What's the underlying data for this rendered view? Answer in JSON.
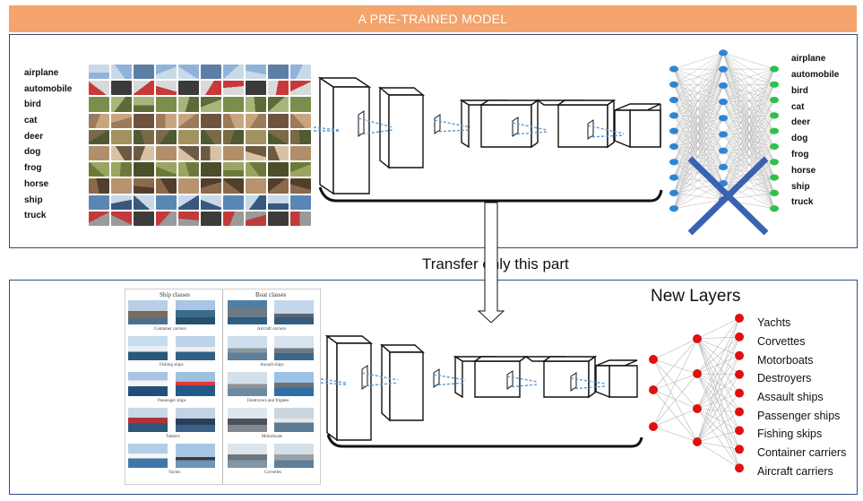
{
  "banner": {
    "title": "A PRE-TRAINED MODEL"
  },
  "transfer_label": "Transfer only this part",
  "new_layers_label": "New Layers",
  "cifar_classes_left": [
    "airplane",
    "automobile",
    "bird",
    "cat",
    "deer",
    "dog",
    "frog",
    "horse",
    "ship",
    "truck"
  ],
  "cifar_classes_right": [
    "airplane",
    "automobile",
    "bird",
    "cat",
    "deer",
    "dog",
    "frog",
    "horse",
    "ship",
    "truck"
  ],
  "boat_classes": [
    "Yachts",
    "Corvettes",
    "Motorboats",
    "Destroyers",
    "Assault ships",
    "Passenger ships",
    "Fishing skips",
    "Container carriers",
    "Aircraft carriers"
  ],
  "ships_figure": {
    "header_left": "Ship classes",
    "header_right": "Boat classes",
    "captions": [
      [
        "Container carriers",
        "Aircraft carriers"
      ],
      [
        "Fishing ships",
        "Assault ships"
      ],
      [
        "Passenger ships",
        "Destroyers and frigates"
      ],
      [
        "Tankers",
        "Motorboats"
      ],
      [
        "Yachts",
        "Corvettes"
      ]
    ]
  },
  "colors": {
    "banner": "#f4a46c",
    "panel_border": "#2f4f7f",
    "node_blue": "#2e86d1",
    "node_green": "#2fbf4f",
    "node_red": "#e01010",
    "cross": "#3a62b0",
    "edge": "#b7b7b7",
    "arrow_dash": "#5b9bd5"
  }
}
